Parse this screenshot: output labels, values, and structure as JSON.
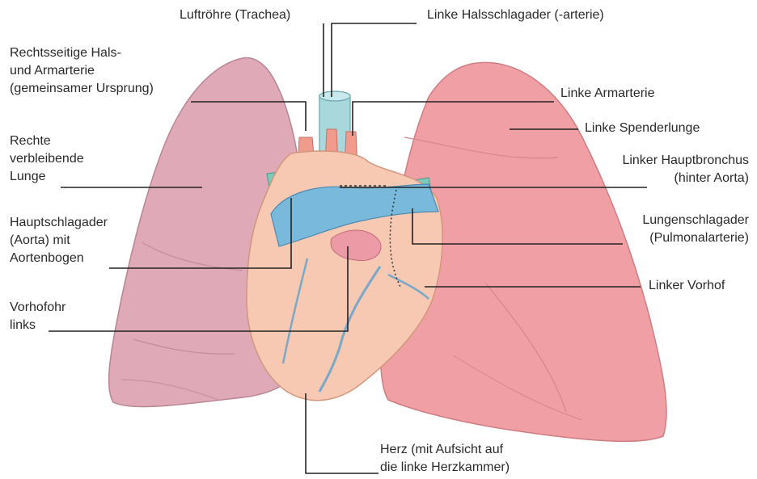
{
  "labels": {
    "trachea": "Luftröhre (Trachea)",
    "left_carotid": "Linke Halsschlagader (-arterie)",
    "right_artery": [
      "Rechtsseitige Hals-",
      "und Armarterie",
      "(gemeinsamer Ursprung)"
    ],
    "left_arm_artery": "Linke Armarterie",
    "donor_lung": "Linke Spenderlunge",
    "right_lung": [
      "Rechte",
      "verbleibende",
      "Lunge"
    ],
    "left_bronchus": [
      "Linker Hauptbronchus",
      "(hinter Aorta)"
    ],
    "aorta": [
      "Hauptschlagader",
      "(Aorta) mit",
      "Aortenbogen"
    ],
    "pulmonary_artery": [
      "Lungenschlagader",
      "(Pulmonalarterie)"
    ],
    "left_atrium": "Linker Vorhof",
    "auricle": [
      "Vorhofohr",
      "links"
    ],
    "heart": [
      "Herz (mit Aufsicht auf",
      "die linke Herzkammer)"
    ]
  },
  "colors": {
    "right_lung": "#dfa9b7",
    "donor_lung": "#f0a0a4",
    "heart": "#f7c9b3",
    "aorta": "#79b9dc",
    "trachea": "#a9d8dc",
    "leader_line": "#222222"
  }
}
